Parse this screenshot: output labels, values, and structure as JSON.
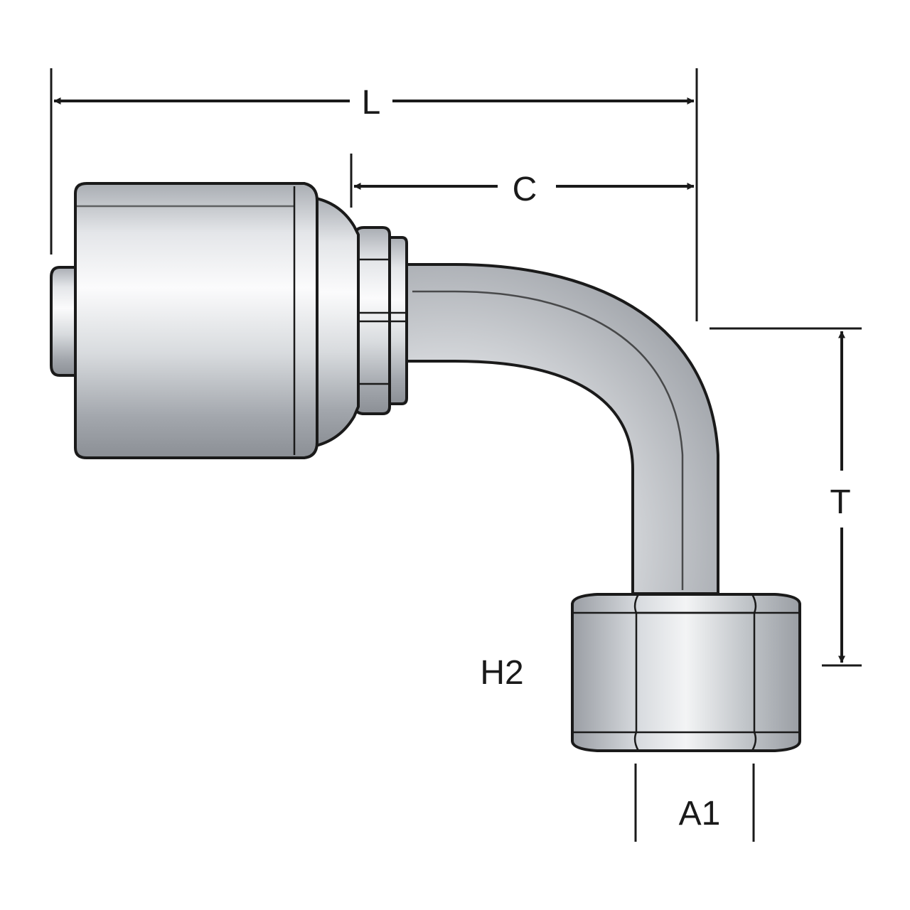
{
  "dimensions": {
    "L": "L",
    "C": "C",
    "T": "T",
    "H2": "H2",
    "A1": "A1"
  },
  "colors": {
    "line": "#1a1a1a",
    "metal_light": "#f2f3f5",
    "metal_mid": "#c9ccd1",
    "metal_dark": "#8d9197"
  }
}
